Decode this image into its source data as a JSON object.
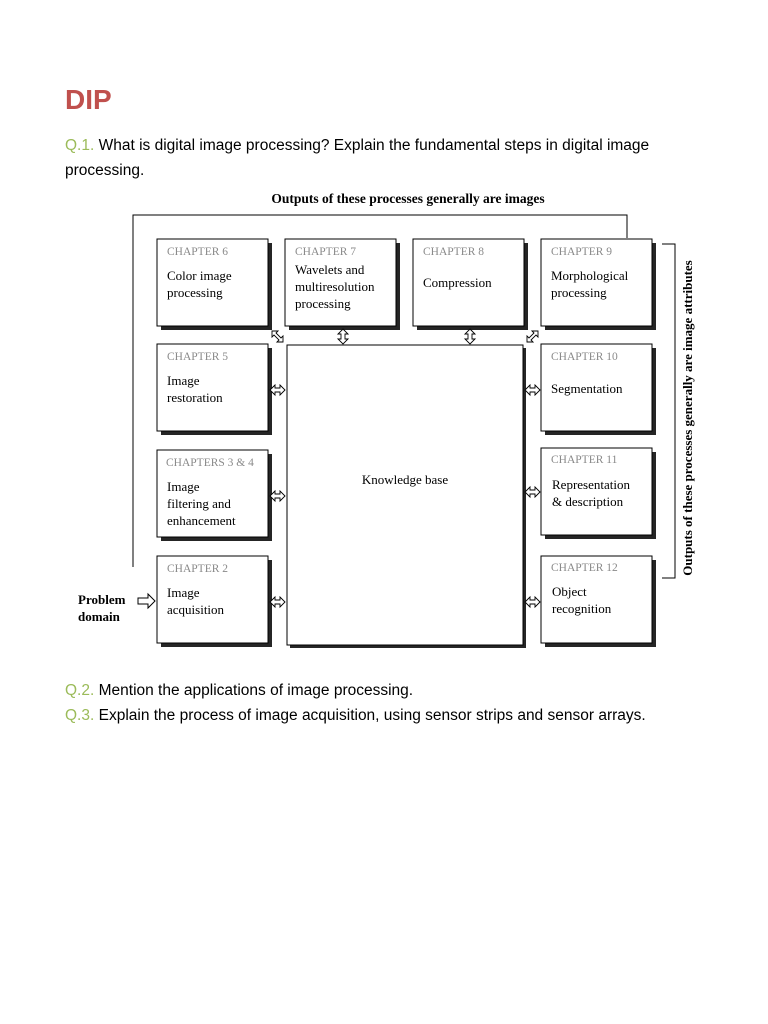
{
  "document": {
    "title": "DIP",
    "questions": [
      {
        "num": "Q.1.",
        "text": "What is digital image processing? Explain the fundamental steps in digital image processing."
      },
      {
        "num": "Q.2.",
        "text": "Mention the applications of image processing."
      },
      {
        "num": "Q.3.",
        "text": "Explain the process of image acquisition, using sensor strips and sensor arrays."
      }
    ]
  },
  "figure": {
    "top_caption": "Outputs of these processes generally are images",
    "side_caption": "Outputs of these processes generally are image attributes",
    "knowledge_base": "Knowledge base",
    "problem_domain": [
      "Problem",
      "domain"
    ],
    "boxes": [
      {
        "chapter": "CHAPTER 6",
        "lines": [
          "Color image",
          "processing"
        ]
      },
      {
        "chapter": "CHAPTER 7",
        "lines": [
          "Wavelets and",
          "multiresolution",
          "processing"
        ]
      },
      {
        "chapter": "CHAPTER 8",
        "lines": [
          "Compression"
        ]
      },
      {
        "chapter": "CHAPTER 9",
        "lines": [
          "Morphological",
          "processing"
        ]
      },
      {
        "chapter": "CHAPTER 5",
        "lines": [
          "Image",
          "restoration"
        ]
      },
      {
        "chapter": "CHAPTER 10",
        "lines": [
          "Segmentation"
        ]
      },
      {
        "chapter": "CHAPTERS 3 & 4",
        "lines": [
          "Image",
          "filtering and",
          "enhancement"
        ]
      },
      {
        "chapter": "CHAPTER 11",
        "lines": [
          "Representation",
          "& description"
        ]
      },
      {
        "chapter": "CHAPTER 2",
        "lines": [
          "Image",
          "acquisition"
        ]
      },
      {
        "chapter": "CHAPTER 12",
        "lines": [
          "Object",
          "recognition"
        ]
      }
    ]
  },
  "colors": {
    "title": "#c0504d",
    "question_number": "#9bbb59",
    "chapter_label": "#8a8a8a"
  }
}
